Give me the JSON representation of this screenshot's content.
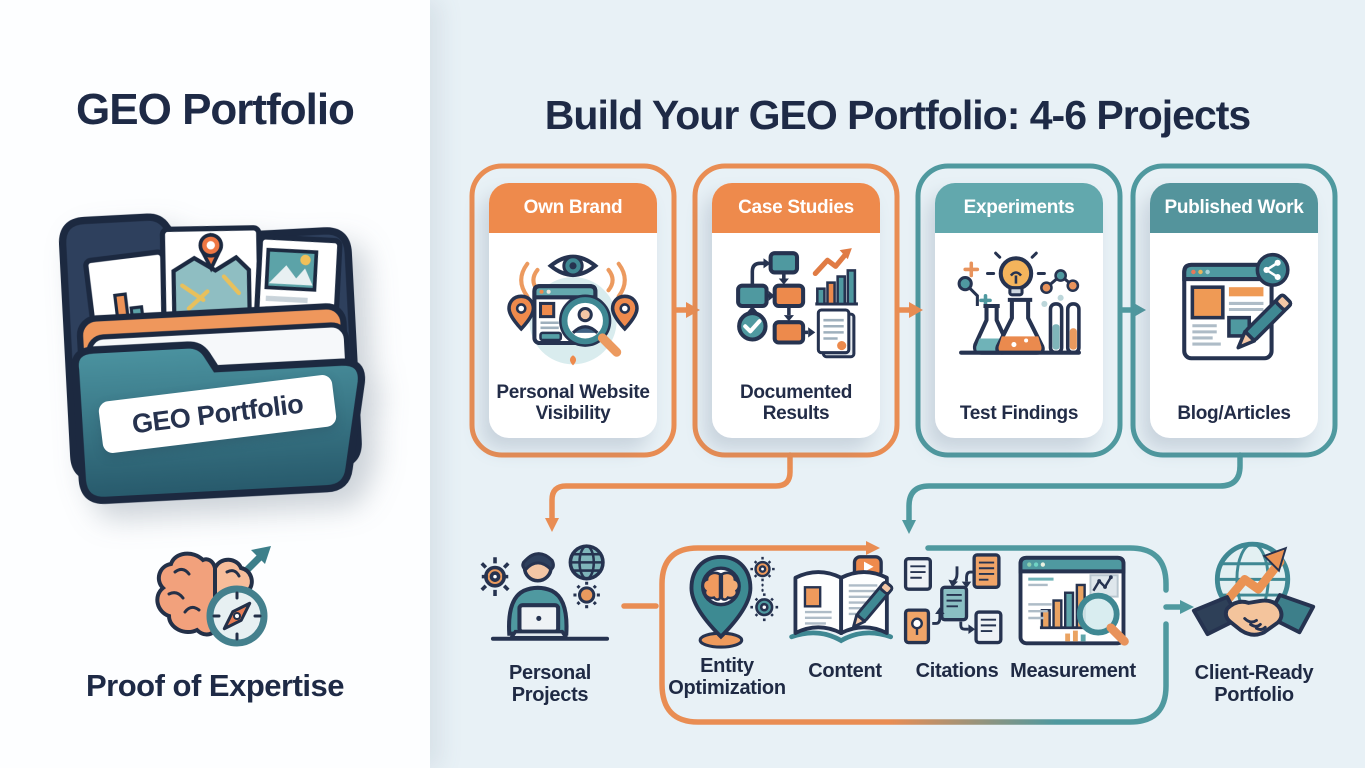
{
  "left_panel": {
    "title": "GEO Portfolio",
    "folder_label": "GEO Portfolio",
    "caption": "Proof of Expertise"
  },
  "right_panel": {
    "title": "Build Your GEO Portfolio: 4-6 Projects",
    "cards": [
      {
        "header": "Own Brand",
        "caption": "Personal Website Visibility",
        "accent": "#ee8a4c",
        "icon": "eye-browser-magnifier-icon"
      },
      {
        "header": "Case Studies",
        "caption": "Documented Results",
        "accent": "#ee8a4c",
        "icon": "flowchart-chart-document-icon"
      },
      {
        "header": "Experiments",
        "caption": "Test Findings",
        "accent": "#62a8ad",
        "icon": "lab-flasks-lightbulb-icon"
      },
      {
        "header": "Published Work",
        "caption": "Blog/Articles",
        "accent": "#54949c",
        "icon": "article-pencil-share-icon"
      }
    ],
    "steps": [
      {
        "label": "Personal Projects",
        "icon": "person-laptop-icon"
      },
      {
        "label": "Entity Optimization",
        "icon": "map-pin-brain-icon"
      },
      {
        "label": "Content",
        "icon": "open-book-pen-icon"
      },
      {
        "label": "Citations",
        "icon": "linked-documents-icon"
      },
      {
        "label": "Measurement",
        "icon": "analytics-dashboard-icon"
      },
      {
        "label": "Client-Ready Portfolio",
        "icon": "handshake-globe-arrow-icon"
      }
    ]
  },
  "colors": {
    "navy_text": "#1e2a46",
    "flow_orange": "#e98d53",
    "flow_teal": "#4f999f",
    "header_orange": "#ee8a4c",
    "header_teal": "#62a8ad",
    "header_teal_dark": "#54949c",
    "left_background": "#fdfeff",
    "right_background": "#e8f1f6"
  }
}
